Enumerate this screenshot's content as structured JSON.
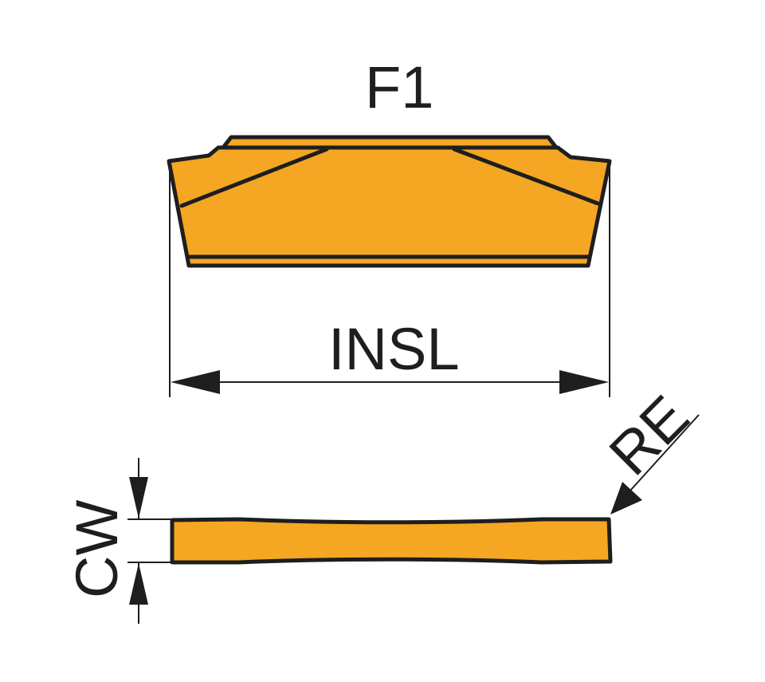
{
  "labels": {
    "top_view_label": "F1",
    "length_dimension": "INSL",
    "radius_dimension": "RE",
    "width_dimension": "CW"
  },
  "colors": {
    "insert_fill": "#f5a623",
    "outline": "#1e1e1e",
    "background": "#ffffff"
  }
}
